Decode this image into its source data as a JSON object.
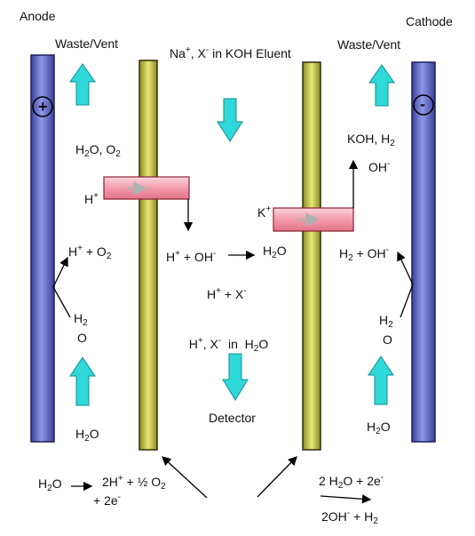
{
  "labels": {
    "anode": "Anode",
    "cathode": "Cathode",
    "waste_vent_left": "Waste/Vent",
    "waste_vent_right": "Waste/Vent",
    "eluent": {
      "main": "Na",
      "sup1": "+",
      "mid": ", X",
      "sup2": "-",
      "tail": " in KOH Eluent"
    },
    "plus_sign": "+",
    "minus_sign": "-",
    "h2o_o2": {
      "a": "H",
      "sub1": "2",
      "b": "O, O",
      "sub2": "2"
    },
    "koh_h2": {
      "a": "KOH, H",
      "sub1": "2"
    },
    "oh_right": {
      "a": "OH",
      "sup": "-"
    },
    "h_plus_left": {
      "a": "H",
      "sup": "+"
    },
    "k_plus": {
      "a": "K",
      "sup": "+"
    },
    "h_plus_o2": {
      "a": "H",
      "sup": "+",
      "b": " + O",
      "sub": "2"
    },
    "h_plus_oh": {
      "a": "H",
      "sup1": "+",
      "b": " + OH",
      "sup2": "-"
    },
    "h2o_center": {
      "a": "H",
      "sub": "2",
      "b": "O"
    },
    "h2_plus_oh": {
      "a": "H",
      "sub": "2",
      "b": " + OH",
      "sup": "-"
    },
    "h_plus_x": {
      "a": "H",
      "sup1": "+",
      "b": " + X",
      "sup2": "-"
    },
    "h_x_in_h2o": {
      "a": "H",
      "sup1": "+",
      "b": ", X",
      "sup2": "-",
      "c": "  in  H",
      "sub": "2",
      "d": "O"
    },
    "h2_left": {
      "a": "H",
      "sub": "2"
    },
    "o_left": "O",
    "h2_right": {
      "a": "H",
      "sub": "2"
    },
    "o_right": "O",
    "detector": "Detector",
    "h2o_left_bottom": {
      "a": "H",
      "sub": "2",
      "b": "O"
    },
    "h2o_right_bottom": {
      "a": "H",
      "sub": "2",
      "b": "O"
    },
    "anode_rxn_reactant": {
      "a": "H",
      "sub": "2",
      "b": "O"
    },
    "anode_rxn_product": {
      "a": "2H",
      "sup": "+",
      "b": " + ½ O",
      "sub": "2"
    },
    "anode_rxn_electrons": {
      "a": "+ 2e",
      "sup": "-"
    },
    "cathode_rxn_reactant": {
      "a": "2 H",
      "sub": "2",
      "b": "O + 2e",
      "sup": "-"
    },
    "cathode_rxn_product": {
      "a": "2OH",
      "sup": "-",
      "b": " + H",
      "sub": "2"
    }
  },
  "colors": {
    "electrode": "#6f7fd6",
    "electrode_dark": "#2b2f78",
    "membrane": "#d2d25c",
    "membrane_dark": "#3a3a10",
    "channel": "#f6b9c4",
    "channel_dark": "#c0304a",
    "flow_arrow": "#29d7d8",
    "flow_arrow_dark": "#14a9ab"
  }
}
